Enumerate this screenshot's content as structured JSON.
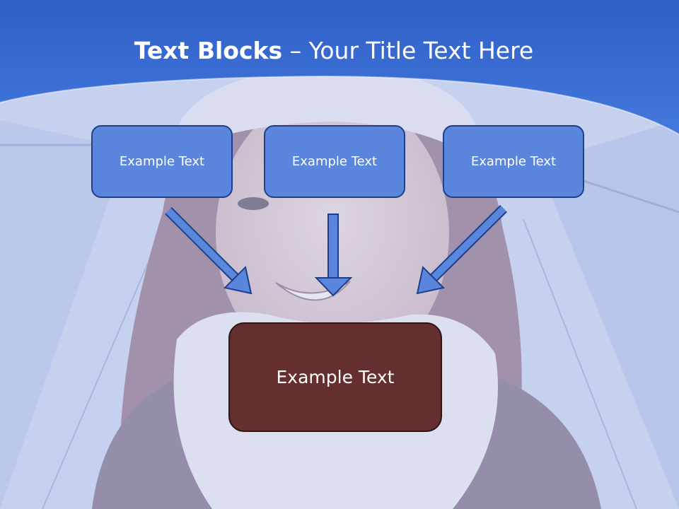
{
  "slide": {
    "title_bold": "Text Blocks",
    "title_rest": " – Your Title Text Here",
    "blocks": [
      {
        "label": "Example Text"
      },
      {
        "label": "Example Text"
      },
      {
        "label": "Example Text"
      }
    ],
    "center_block": {
      "label": "Example Text"
    }
  },
  "colors": {
    "header_blue": "#3b6fd6",
    "block_fill": "#5a86dd",
    "block_border": "#1f3f8c",
    "center_fill": "#652f2f",
    "arrow_fill": "#5a86dd"
  },
  "icons": [
    "arrow-down-right-icon",
    "arrow-down-icon",
    "arrow-down-left-icon"
  ]
}
